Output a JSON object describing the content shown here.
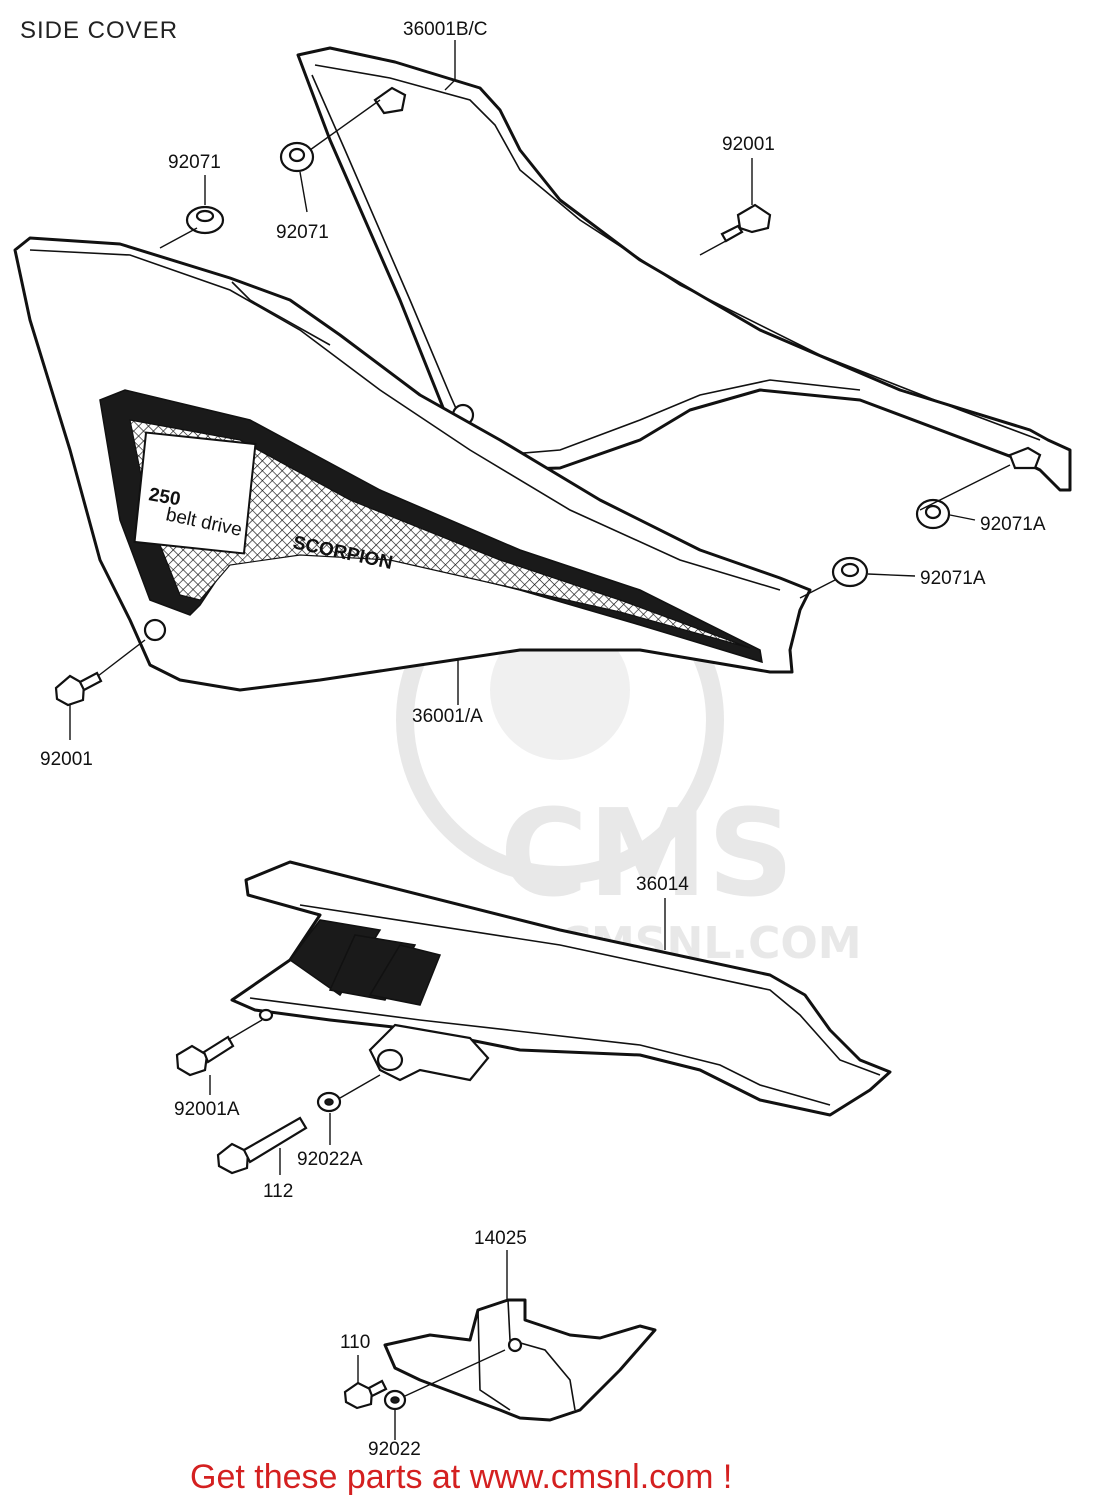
{
  "title": "SIDE COVER",
  "footer": "Get these parts at www.cmsnl.com !",
  "watermark": {
    "brand": "CMS",
    "url": "WWW.CMSNL.COM"
  },
  "emblem": {
    "number": "250",
    "subtitle": "belt drive",
    "model": "SCORPION"
  },
  "callouts": {
    "c36001bc": "36001B/C",
    "c92071_top_left": "92071",
    "c92071_mid": "92071",
    "c92001_top": "92001",
    "c92071a_right": "92071A",
    "c92071a_mid": "92071A",
    "c36001a": "36001/A",
    "c92001_left": "92001",
    "c36014": "36014",
    "c92001a": "92001A",
    "c92022a": "92022A",
    "c112": "112",
    "c14025": "14025",
    "c110": "110",
    "c92022": "92022"
  },
  "colors": {
    "line": "#111111",
    "footer": "#d42020",
    "watermark": "#e6e6e6"
  }
}
